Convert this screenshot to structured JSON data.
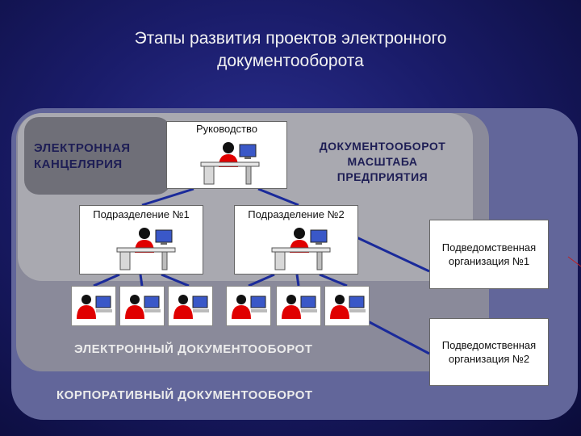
{
  "title": "Этапы развития проектов электронного документооборота",
  "layers": {
    "chancellery": [
      "ЭЛЕКТРОННАЯ",
      "КАНЦЕЛЯРИЯ"
    ],
    "enterprise": [
      "ДОКУМЕНТООБОРОТ",
      "МАСШТАБА",
      "ПРЕДПРИЯТИЯ"
    ],
    "edo": "ЭЛЕКТРОННЫЙ ДОКУМЕНТООБОРОТ",
    "corporate": "КОРПОРАТИВНЫЙ ДОКУМЕНТООБОРОТ"
  },
  "nodes": {
    "management": "Руководство",
    "division1": "Подразделение №1",
    "division2": "Подразделение №2",
    "subsidiary1": [
      "Подведомственная",
      "организация №1"
    ],
    "subsidiary2": [
      "Подведомственная",
      "организация №2"
    ]
  },
  "colors": {
    "background": "#1a1c6a",
    "connector": "#1a2a9a",
    "person": "#e00000"
  },
  "icons": [
    "workstation-icon",
    "employee-icon"
  ]
}
